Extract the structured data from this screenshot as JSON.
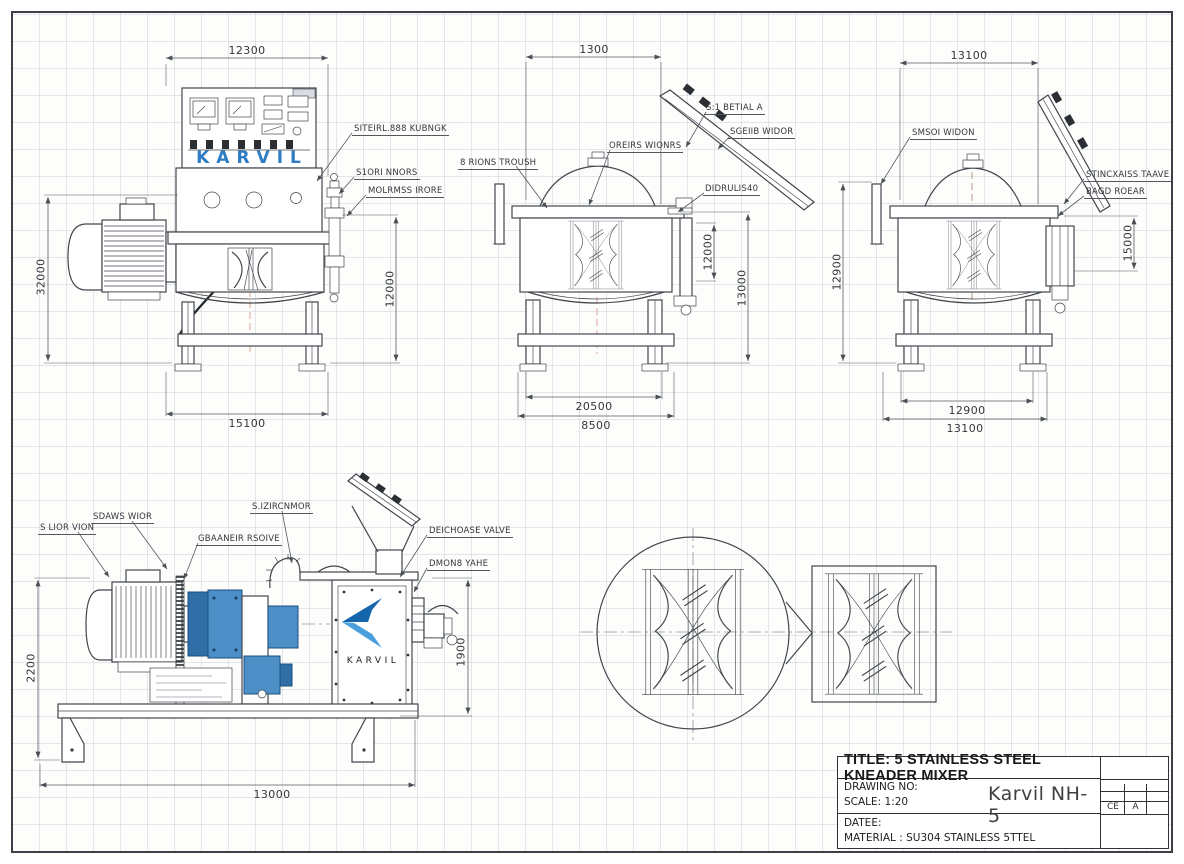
{
  "sheet": {
    "colors": {
      "accent_blue": "#2e7cc3",
      "line": "#41464c"
    },
    "views": {
      "front": {
        "dims": {
          "width_top": "12300",
          "height_left": "32000",
          "height_right": "12000",
          "width_bottom": "15100"
        },
        "callouts": {
          "control_panel": "SITEIRL.888 KUBNGK",
          "stirring_knob": "S1ORI NNORS",
          "mounting_frame": "MOLRMSS IRORE"
        },
        "panel_logo": "KARVIL"
      },
      "open_front": {
        "dims": {
          "width_top": "1300",
          "height_inner": "12000",
          "height_outer": "13000",
          "width_inner": "20500",
          "width_outer": "8500"
        },
        "callouts": {
          "trough": "8 RIONS TROUSH",
          "cover": "OREIRS WIONRS",
          "detail_ref": "S:1 BETIAL A",
          "lid": "SGEIIB WIDOR",
          "hinge": "DIDRULIS40"
        }
      },
      "open_rear": {
        "dims": {
          "width_top": "13100",
          "height_left": "12900",
          "height_right": "15000",
          "width_inner": "12900",
          "width_outer": "13100"
        },
        "callouts": {
          "guard": "SMSOI WIDON",
          "valve": "STINCXAISS TAAVE",
          "bearing": "BAGD ROEAR"
        }
      },
      "side": {
        "dims": {
          "height_left": "2200",
          "height_right": "1900",
          "width_bottom": "13000"
        },
        "callouts": {
          "motor": "S LIOR VION",
          "shaft": "SDAWS WIOR",
          "gearbox": "GBAANEIR RSOIVE",
          "pipe": "S.IZIRCNMOR",
          "discharge": "DEICHOASE VALVE",
          "drain": "DMON8 YAHE"
        },
        "body_logo": "KARVIL"
      }
    },
    "title_block": {
      "title": "TITLE: 5 STAINLESS STEEL KNEADER MIXER",
      "drawing_no_label": "DRAWING NO:",
      "scale": "SCALE: 1:20",
      "model": "Karvil NH-5",
      "date_label": "DATEE:",
      "material": "MATERIAL : SU304 STAINLESS 5TTEL",
      "cert_ce": "CE",
      "cert_a": "A"
    }
  }
}
